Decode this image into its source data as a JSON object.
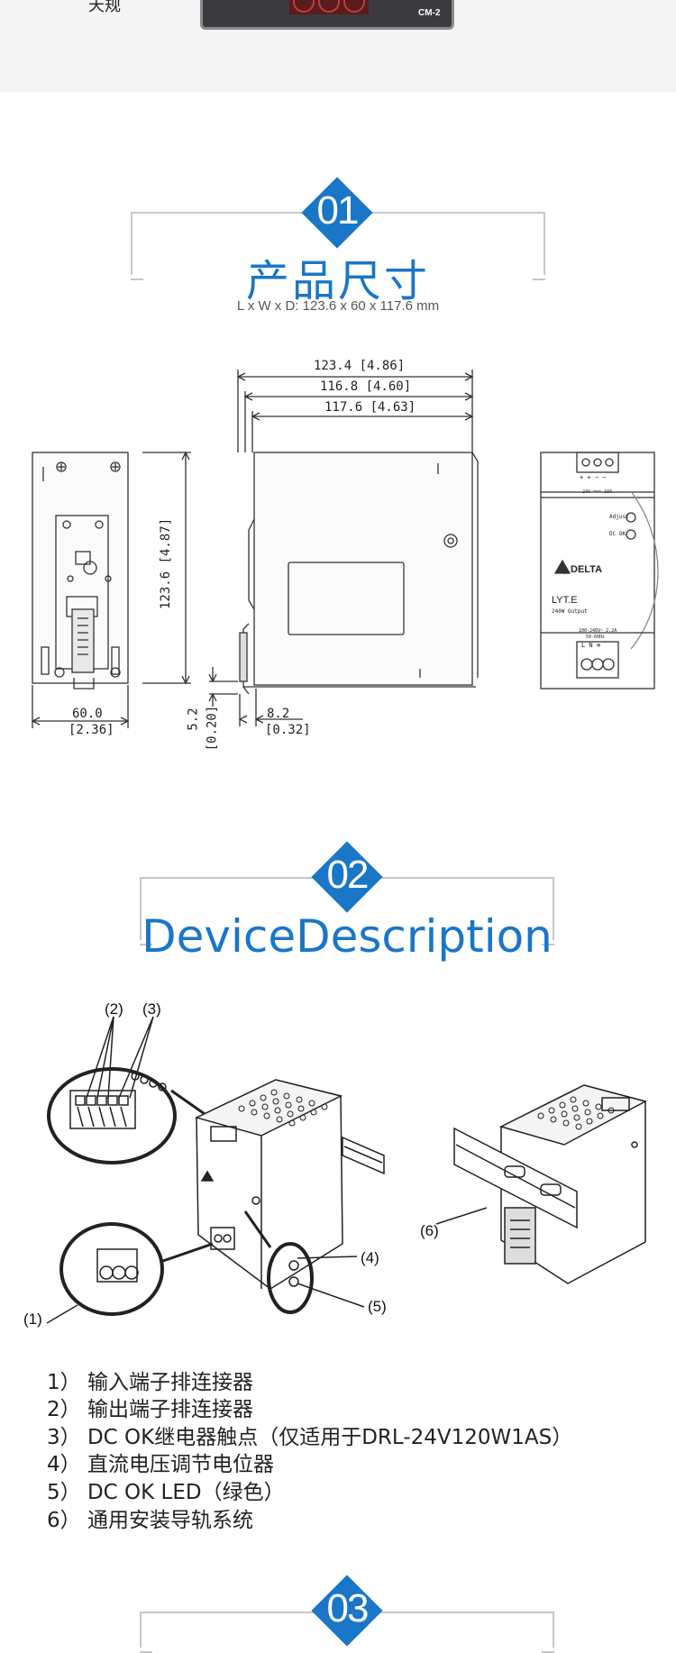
{
  "top": {
    "model_label": "CM-2",
    "left_text": "天规"
  },
  "section1": {
    "number": "01",
    "title": "产品尺寸",
    "subtitle": "L x W x D: 123.6 x 60 x 117.6 mm",
    "dimensions": {
      "width_top_1": "123.4 [4.86]",
      "width_top_2": "116.8 [4.60]",
      "width_top_3": "117.6 [4.63]",
      "height": "123.6 [4.87]",
      "front_width": "60.0",
      "front_width_in": "[2.36]",
      "rail_offset": "5.2",
      "rail_offset_in": "[0.20]",
      "rail_depth": "8.2",
      "rail_depth_in": "[0.32]"
    },
    "front_panel": {
      "adjust": "Adjust",
      "dc_ok": "DC OK",
      "brand": "DELTA",
      "series": "LYT.E",
      "output": "240W Output",
      "terminals_top": "+ + − −",
      "terminals_bottom": "L N ⊕",
      "rating_top": "24V === 10A",
      "rating_bottom": "100-240V~ 2.2A",
      "rating_bottom2": "50-60Hz"
    }
  },
  "section2": {
    "number": "02",
    "title": "DeviceDescription",
    "callouts": [
      "(1)",
      "(2)",
      "(3)",
      "(4)",
      "(5)",
      "(6)"
    ],
    "list": [
      "1） 输入端子排连接器",
      "2） 输出端子排连接器",
      "3） DC OK继电器触点（仅适用于DRL-24V120W1AS）",
      "4） 直流电压调节电位器",
      "5） DC OK LED（绿色）",
      "6） 通用安装导轨系统"
    ]
  },
  "section3": {
    "number": "03"
  },
  "colors": {
    "accent": "#1a76c7",
    "frame": "#c7c7c7",
    "text": "#222222"
  }
}
